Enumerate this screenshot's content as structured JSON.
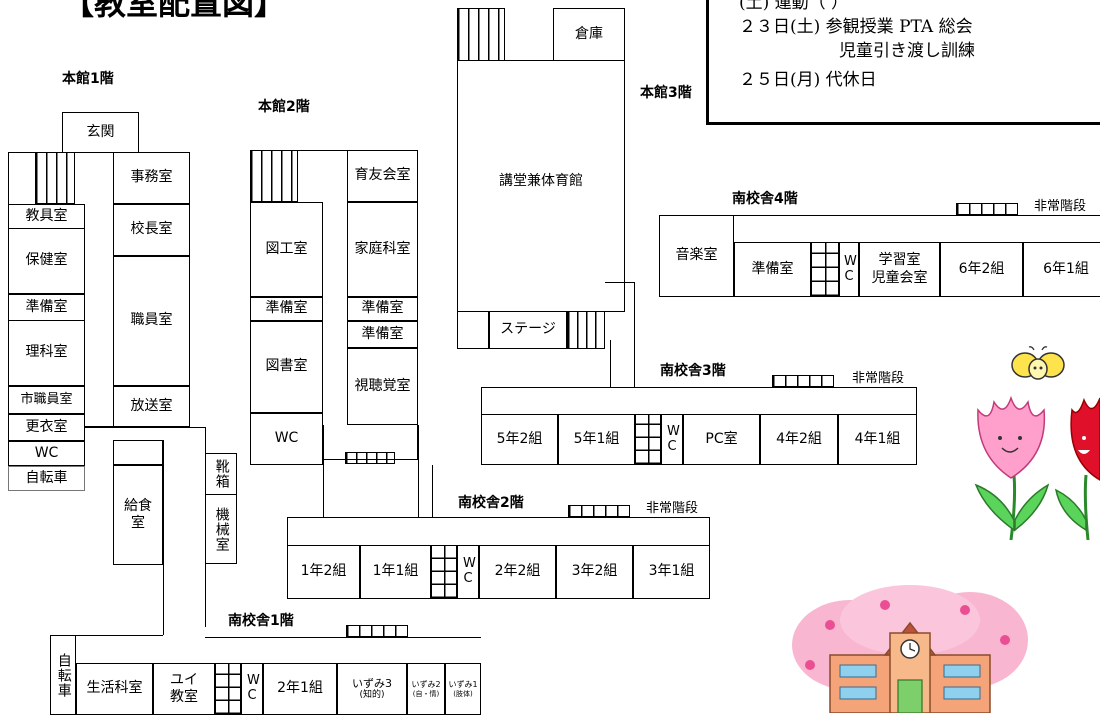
{
  "title": "【教室配置図】",
  "schedule": {
    "line0": "(土)  運動（    ）",
    "line1": "２３日(土)  参観授業  PTA 総会",
    "line2": "児童引き渡し訓練",
    "line3": "２５日(月)  代休日"
  },
  "floors": {
    "honkan1": "本館1階",
    "honkan2": "本館2階",
    "honkan3": "本館3階",
    "south4": "南校舎4階",
    "south3": "南校舎3階",
    "south2": "南校舎2階",
    "south1": "南校舎1階"
  },
  "emergency_stairs": "非常階段",
  "honkan1": {
    "genkan": "玄関",
    "jimushitsu": "事務室",
    "kyoingu": "教具室",
    "hokenshitsu": "保健室",
    "kochoshitsu": "校長室",
    "junbishitsu": "準備室",
    "shokuinshitsu": "職員室",
    "rikashitsu": "理科室",
    "shishokuin": "市職員室",
    "hosoushitsu": "放送室",
    "koishitsu": "更衣室",
    "wc": "WC",
    "jitensha": "自転車",
    "kyushoku": "給食室",
    "kutsubako": "靴箱",
    "kikaishitsu": "機械室"
  },
  "honkan2": {
    "ikuyu": "育友会室",
    "zuko": "図工室",
    "katei": "家庭科室",
    "junbi1": "準備室",
    "junbi2": "準備室",
    "junbi3": "準備室",
    "tosho": "図書室",
    "shichokaku": "視聴覚室",
    "wc": "WC"
  },
  "honkan3": {
    "soko": "倉庫",
    "kodo": "講堂兼体育館",
    "stage": "ステージ"
  },
  "south4": {
    "ongaku": "音楽室",
    "junbi": "準備室",
    "wc": "WC",
    "gakushu": "学習室\n児童会室",
    "c62": "6年2組",
    "c61": "6年1組"
  },
  "south3": {
    "c52": "5年2組",
    "c51": "5年1組",
    "wc": "WC",
    "pc": "PC室",
    "c42": "4年2組",
    "c41": "4年1組"
  },
  "south2": {
    "c12": "1年2組",
    "c11": "1年1組",
    "wc": "WC",
    "c22": "2年2組",
    "c32": "3年2組",
    "c31": "3年1組"
  },
  "south1": {
    "jitensha": "自転車",
    "seikatsu": "生活科室",
    "yui": "ユイ\n教室",
    "wc": "WC",
    "c21": "2年1組",
    "izumi3": "いずみ3",
    "izumi3sub": "(知的)",
    "izumi2": "いずみ2",
    "izumi2sub": "(自・情)",
    "izumi1": "いずみ1",
    "izumi1sub": "(肢体)"
  }
}
